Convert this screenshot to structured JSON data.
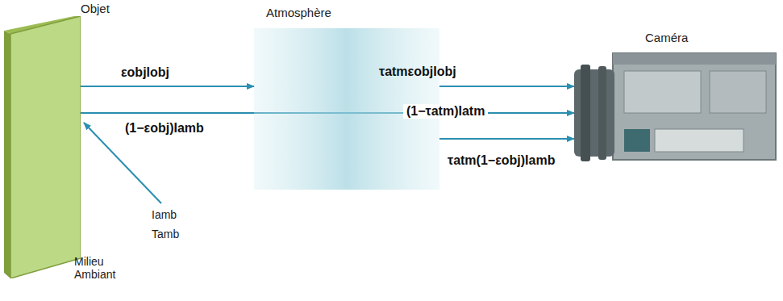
{
  "diagram": {
    "nodes": [
      {
        "text": [
          "Objet"
        ]
      },
      {
        "text": [
          "Atmosphère"
        ]
      },
      {
        "text": [
          "Caméra"
        ]
      }
    ],
    "edges": [
      {
        "from": 0,
        "to": 1,
        "arrow": "to",
        "label": "εobjIobj"
      },
      {
        "from": 1,
        "to": 2,
        "arrow": "to",
        "label": "τatmεobjIobj"
      },
      {
        "from": 0,
        "to": 2,
        "arrow": "to",
        "label": "(1−εobj)Iamb"
      },
      {
        "from": 1,
        "to": 2,
        "arrow": "to",
        "label": "τatm(1−εobj)Iamb"
      }
    ],
    "labels": [
      "(1−τatm)Iatm",
      "Iamb",
      "Tamb",
      "Milieu Ambiant"
    ]
  }
}
